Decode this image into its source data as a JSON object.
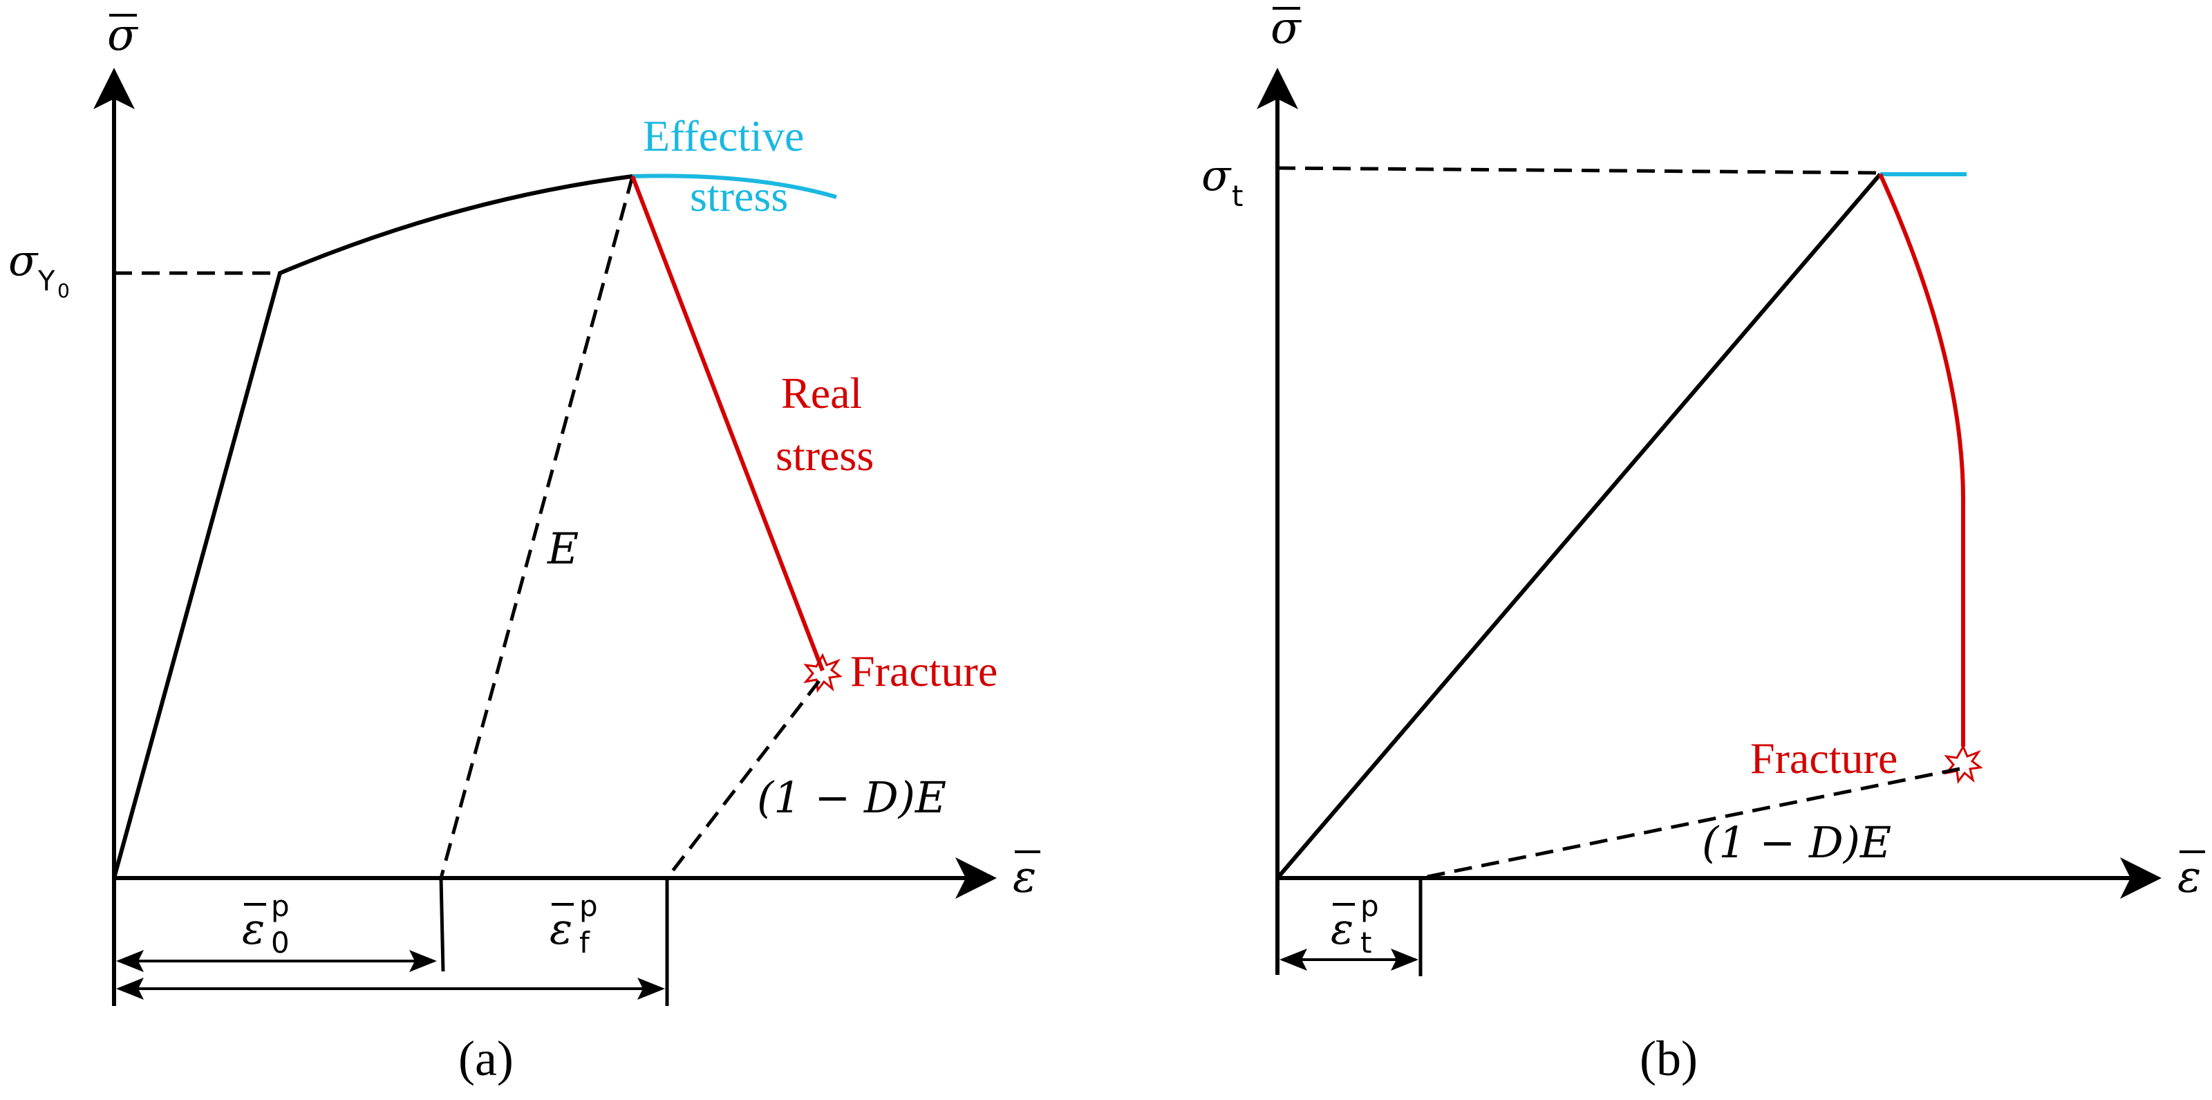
{
  "colors": {
    "axis": "#000000",
    "effective": "#1ab8e0",
    "real": "#d40000"
  },
  "panel_a": {
    "caption": "(a)",
    "y_axis_symbol": "σ",
    "x_axis_symbol": "ε",
    "yield_symbol": "σ",
    "yield_sub": "Y",
    "yield_subsub": "0",
    "effective_line1": "Effective",
    "effective_line2": "stress",
    "real_line1": "Real",
    "real_line2": "stress",
    "fracture": "Fracture",
    "modulus": "E",
    "damaged_modulus": "(1 − D)E",
    "eps0_symbol": "ε",
    "eps0_sup": "p",
    "eps0_sub": "0",
    "epsf_symbol": "ε",
    "epsf_sup": "p",
    "epsf_sub": "f"
  },
  "panel_b": {
    "caption": "(b)",
    "y_axis_symbol": "σ",
    "x_axis_symbol": "ε",
    "peak_symbol": "σ",
    "peak_sub": "t",
    "fracture": "Fracture",
    "damaged_modulus": "(1 − D)E",
    "epst_symbol": "ε",
    "epst_sup": "p",
    "epst_sub": "t"
  }
}
